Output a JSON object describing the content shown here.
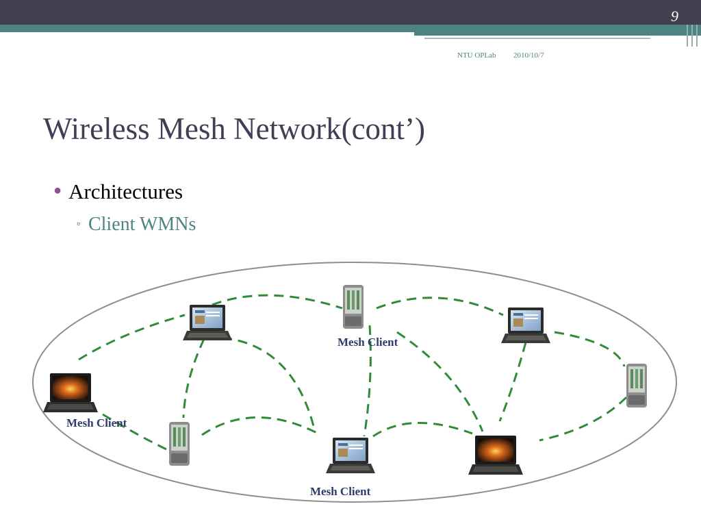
{
  "header": {
    "page_number": "9",
    "footer_org": "NTU OPLab",
    "footer_date": "2010/10/7"
  },
  "slide": {
    "title": "Wireless Mesh Network(cont’)",
    "bullet": "Architectures",
    "sub_bullet": "Client WMNs"
  },
  "diagram": {
    "label_top": "Mesh Client",
    "label_left": "Mesh Client",
    "label_bottom": "Mesh Client"
  },
  "colors": {
    "header_bar": "#41404f",
    "accent_teal": "#4d8482",
    "title_text": "#3e3e55",
    "bullet_purple": "#8f4f8c",
    "link_dash": "#2e8b3a",
    "label_navy": "#2d3c6a"
  }
}
